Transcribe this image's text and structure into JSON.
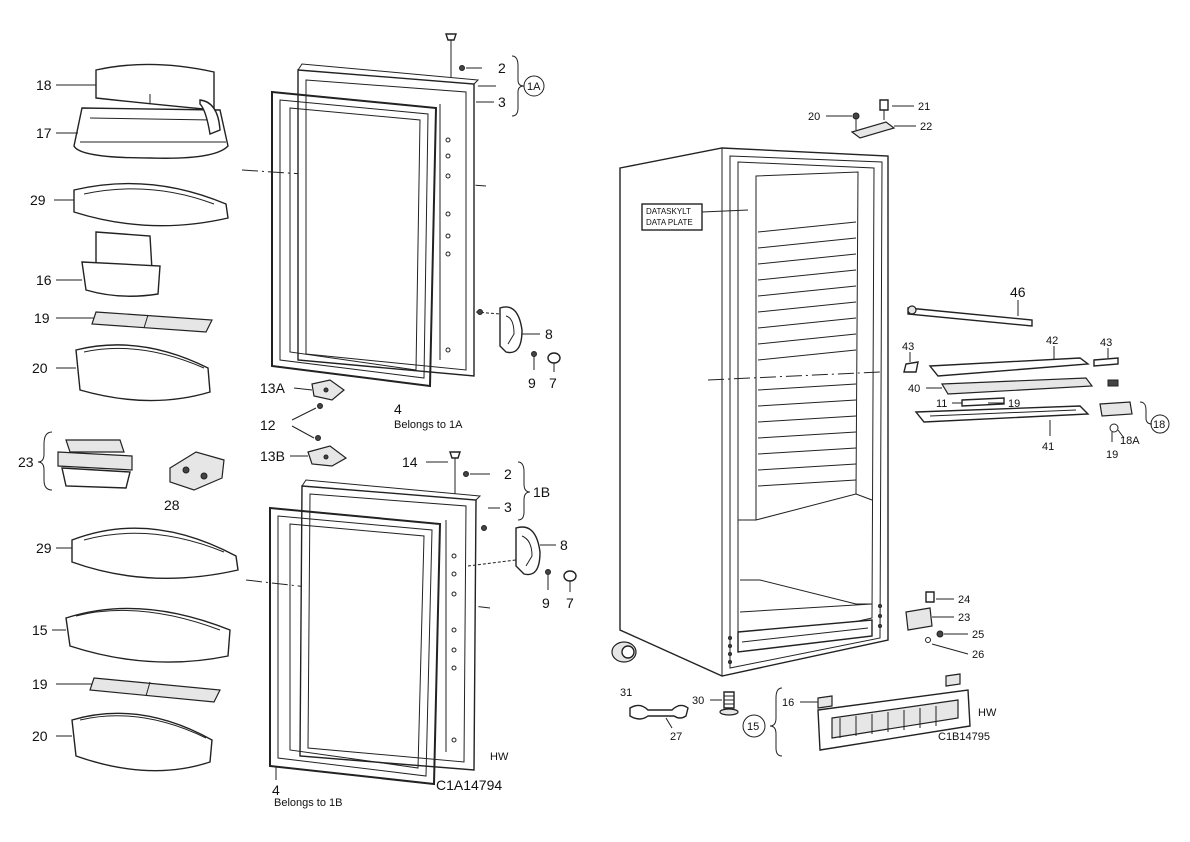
{
  "diagram": {
    "drawing_codes": {
      "doors": "C1A14794",
      "cabinet": "C1B14795"
    },
    "hw_marks": [
      "HW",
      "HW"
    ],
    "notes": {
      "belongs_1a": "Belongs to 1A",
      "belongs_1b": "Belongs to 1B"
    },
    "data_plate": [
      "DATASKYLT",
      "DATA PLATE"
    ],
    "labels": {
      "p18": "18",
      "p17": "17",
      "p29a": "29",
      "p16a": "16",
      "p19a": "19",
      "p20a": "20",
      "p23a": "23",
      "p28": "28",
      "p29b": "29",
      "p15a": "15",
      "p19b": "19",
      "p20b": "20",
      "p2a": "2",
      "p1a": "1A",
      "p3a": "3",
      "p8a": "8",
      "p9a": "9",
      "p7a": "7",
      "p13a": "13A",
      "p12": "12",
      "p4a": "4",
      "p13b": "13B",
      "p14": "14",
      "p2b": "2",
      "p1b": "1B",
      "p3b": "3",
      "p8b": "8",
      "p9b": "9",
      "p7b": "7",
      "p4b": "4",
      "p20c": "20",
      "p21": "21",
      "p22": "22",
      "p46": "46",
      "p43a": "43",
      "p42": "42",
      "p43b": "43",
      "p40": "40",
      "p11": "11",
      "p19c": "19",
      "p41": "41",
      "p18c": "18",
      "p18a": "18A",
      "p19d": "19",
      "p24": "24",
      "p23b": "23",
      "p25": "25",
      "p26": "26",
      "p31": "31",
      "p27": "27",
      "p30": "30",
      "p16b": "16",
      "p15b": "15"
    }
  }
}
